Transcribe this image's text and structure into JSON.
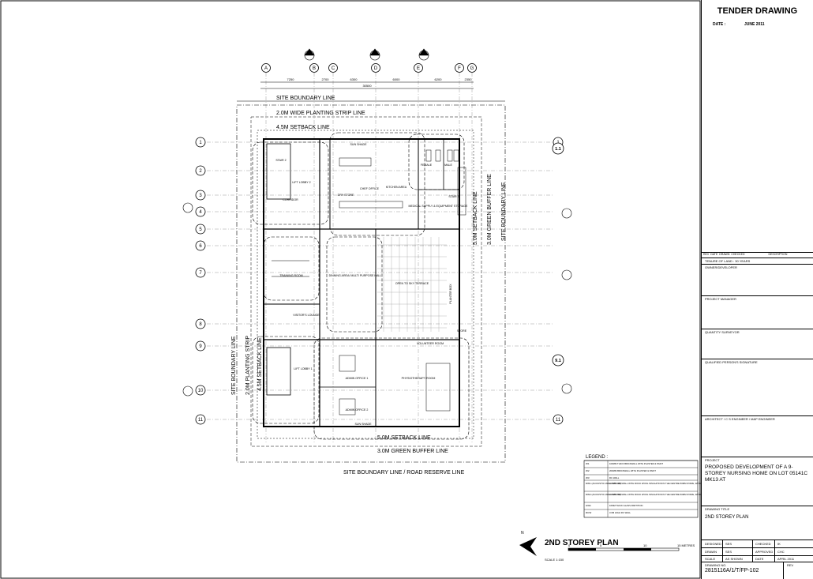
{
  "title_block": {
    "heading": "TENDER DRAWING",
    "date_label": "DATE :",
    "date_value": "JUNE 2011",
    "rev_header": [
      "REV",
      "DATE",
      "DRAWN",
      "CHECKED",
      "DESCRIPTION"
    ],
    "tenure": "TENURE OF LAND : 30 YEARS",
    "owner": "OWNER/DEVELOPER",
    "project_manager": "PROJECT MANAGER",
    "quantity_surveyor": "QUANTITY SURVEYOR",
    "qp_signature": "QUALIFIED PERSON'S SIGNATURE",
    "architect": "ARCHITECT / C S ENGINEER / M&P ENGINEER",
    "project_label": "PROJECT",
    "project_title": "PROPOSED DEVELOPMENT OF A 9-STOREY NURSING HOME ON LOT 05141C MK13 AT",
    "drawing_title_label": "DRAWING TITLE",
    "drawing_title": "2ND STOREY PLAN",
    "designed_label": "DESIGNED",
    "designed_value": "SES",
    "checked_label": "CHECKED",
    "checked_value": "IK",
    "drawn_label": "DRAWN",
    "drawn_value": "SES",
    "approved_label": "APPROVED",
    "approved_value": "CHC",
    "scale_label": "SCALE",
    "scale_value": "AS SHOWN",
    "date2_label": "DATE",
    "date2_value": "APRIL 2011",
    "drawing_no_label": "DRAWING NO.",
    "drawing_no": "2815116A/1/T/FP-102",
    "rev_label": "REV"
  },
  "plan": {
    "plan_title": "2ND STOREY PLAN",
    "scale_text": "SCALE 1:150",
    "scale_marks": [
      "0",
      "5",
      "10",
      "15 METRES"
    ],
    "grid_cols": [
      "A",
      "B",
      "C",
      "D",
      "E",
      "F",
      "G"
    ],
    "grid_rows": [
      "1",
      "2",
      "3",
      "4",
      "5",
      "6",
      "7",
      "8",
      "9",
      "10",
      "11"
    ],
    "grid_extra": [
      "1.1",
      "9.1"
    ],
    "top_dims": [
      "7250",
      "2700",
      "6300",
      "6000",
      "6200",
      "2350"
    ],
    "overall_dim": "30500",
    "boundary_labels": {
      "top_site": "SITE BOUNDARY LINE",
      "top_planting": "2.0M WIDE PLANTING STRIP LINE",
      "top_setback": "4.5M SETBACK LINE",
      "right_buffer": "3.0M GREEN BUFFER LINE",
      "right_setback": "5.0M SETBACK LINE",
      "right_site": "SITE BOUNDARY LINE",
      "left_site": "SITE BOUNDARY LINE",
      "left_planting": "2.0M PLANTING STRIP",
      "left_setback": "4.5M SETBACK LINE",
      "bottom_setback": "5.0M SETBACK LINE",
      "bottom_buffer": "3.0M GREEN BUFFER LINE",
      "bottom_site": "SITE BOUNDARY LINE / ROAD RESERVE LINE"
    },
    "rooms": {
      "stair2": "STAIR 2",
      "lift_lobby2": "LIFT LOBBY 2",
      "corridor": "CORRIDOR",
      "dry_store": "DRY STORE",
      "chef_office": "CHEF OFFICE",
      "kitchen": "KITCHEN AREA",
      "female": "FEMALE",
      "male": "MALE",
      "stair3": "STAIR 3",
      "medical": "MEDICAL SUPPLY & EQUIPMENT STORAGE",
      "training": "TRAINING ROOM",
      "dining": "DINNING AREA/ MULTI PURPOSE HALL",
      "terrace": "OPEN TO SKY TERRACE",
      "planter": "PLANTER BOX",
      "visitor": "VISITOR'S LOUNGE",
      "lift_lobby1": "LIFT LOBBY 1",
      "volunteer": "VOLUNTEER ROOM",
      "physio": "PHYSIOTHERAPY ROOM",
      "admin1": "ADMIN OFFICE 1",
      "admin2": "ADMIN OFFICE 2",
      "store": "STORE",
      "sun_shade": "SUN SHADE"
    }
  },
  "legend": {
    "title": "LEGEND :",
    "rows": [
      {
        "code": "W1",
        "desc": "100MM THICK BRICKWALL WITH PLASTER & PAINT"
      },
      {
        "code": "W2",
        "desc": "200MM BRICKWALL WITH PLASTER & PAINT"
      },
      {
        "code": "W3",
        "desc": "RC WALL"
      },
      {
        "code": "DW1 (ACOUSTIC WALL STC 45)",
        "desc": "100MM DRYWALL WITH ROCK WOOL INSULATION IN THE CENTRE 50MM STAPE, WITH 2 LAYERS 13MM OF THICK GYPSUMBOARDS ON EACH SIDE LAID ON STAGGERED JOINTS."
      },
      {
        "code": "DW2 (ACOUSTIC WALL STC 50)",
        "desc": "150MM DRYWALL WITH ROCK WOOL INSULATION IN THE CENTRE 50MM STAPE, WITH 2 LAYERS 13MM THICK OF GYPSUMBOARDS ON EACH SIDE LAID ON STAGGERED JOINTS."
      },
      {
        "code": "GW1",
        "desc": "10MM THICK GLASS PARTITION"
      },
      {
        "code": "RCW",
        "desc": "3.0M HIGH RC WALL"
      }
    ]
  }
}
